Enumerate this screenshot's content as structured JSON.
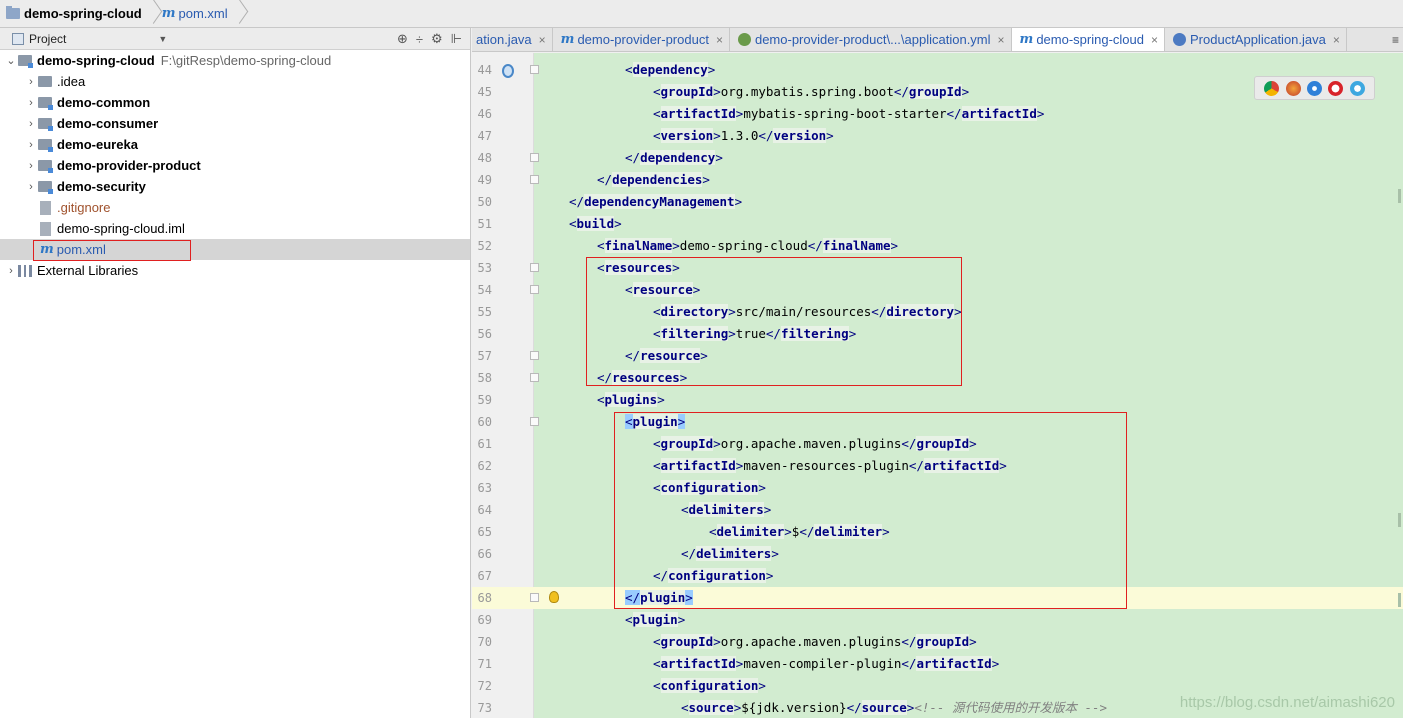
{
  "breadcrumb": {
    "project": "demo-spring-cloud",
    "file": "pom.xml"
  },
  "project_panel": {
    "title": "Project",
    "tools": [
      "⊕",
      "÷",
      "⚙",
      "⊩"
    ],
    "tree": [
      {
        "label": "demo-spring-cloud",
        "path": "F:\\gitResp\\demo-spring-cloud",
        "level": 0,
        "type": "module-root",
        "expanded": true
      },
      {
        "label": ".idea",
        "level": 1,
        "type": "folder"
      },
      {
        "label": "demo-common",
        "level": 1,
        "type": "module"
      },
      {
        "label": "demo-consumer",
        "level": 1,
        "type": "module"
      },
      {
        "label": "demo-eureka",
        "level": 1,
        "type": "module"
      },
      {
        "label": "demo-provider-product",
        "level": 1,
        "type": "module"
      },
      {
        "label": "demo-security",
        "level": 1,
        "type": "module"
      },
      {
        "label": ".gitignore",
        "level": 1,
        "type": "gitfile"
      },
      {
        "label": "demo-spring-cloud.iml",
        "level": 1,
        "type": "file"
      },
      {
        "label": "pom.xml",
        "level": 1,
        "type": "pom",
        "selected": true
      },
      {
        "label": "External Libraries",
        "level": 0,
        "type": "libs"
      }
    ]
  },
  "tabs": [
    {
      "label": "ation.java",
      "icon": "java",
      "active": false
    },
    {
      "label": "demo-provider-product",
      "icon": "maven",
      "active": false
    },
    {
      "label": "demo-provider-product\\...\\application.yml",
      "icon": "yml",
      "active": false
    },
    {
      "label": "demo-spring-cloud",
      "icon": "maven",
      "active": true
    },
    {
      "label": "ProductApplication.java",
      "icon": "java",
      "active": false
    }
  ],
  "tabs_more": "≡",
  "code_lines": [
    {
      "n": "44",
      "indent": 4,
      "html": "<dependency>"
    },
    {
      "n": "45",
      "indent": 5,
      "html": "<groupId>org.mybatis.spring.boot</groupId>"
    },
    {
      "n": "46",
      "indent": 5,
      "html": "<artifactId>mybatis-spring-boot-starter</artifactId>"
    },
    {
      "n": "47",
      "indent": 5,
      "html": "<version>1.3.0</version>"
    },
    {
      "n": "48",
      "indent": 4,
      "html": "</dependency>"
    },
    {
      "n": "49",
      "indent": 3,
      "html": "</dependencies>"
    },
    {
      "n": "50",
      "indent": 2,
      "html": "</dependencyManagement>"
    },
    {
      "n": "51",
      "indent": 2,
      "html": "<build>"
    },
    {
      "n": "52",
      "indent": 3,
      "html": "<finalName>demo-spring-cloud</finalName>"
    },
    {
      "n": "53",
      "indent": 3,
      "html": "<resources>"
    },
    {
      "n": "54",
      "indent": 4,
      "html": "<resource>"
    },
    {
      "n": "55",
      "indent": 5,
      "html": "<directory>src/main/resources</directory>"
    },
    {
      "n": "56",
      "indent": 5,
      "html": "<filtering>true</filtering>"
    },
    {
      "n": "57",
      "indent": 4,
      "html": "</resource>"
    },
    {
      "n": "58",
      "indent": 3,
      "html": "</resources>"
    },
    {
      "n": "59",
      "indent": 3,
      "html": "<plugins>"
    },
    {
      "n": "60",
      "indent": 4,
      "html": "<plugin>",
      "highlight": true
    },
    {
      "n": "61",
      "indent": 5,
      "html": "<groupId>org.apache.maven.plugins</groupId>"
    },
    {
      "n": "62",
      "indent": 5,
      "html": "<artifactId>maven-resources-plugin</artifactId>"
    },
    {
      "n": "63",
      "indent": 5,
      "html": "<configuration>"
    },
    {
      "n": "64",
      "indent": 6,
      "html": "<delimiters>"
    },
    {
      "n": "65",
      "indent": 7,
      "html": "<delimiter>$</delimiter>"
    },
    {
      "n": "66",
      "indent": 6,
      "html": "</delimiters>"
    },
    {
      "n": "67",
      "indent": 5,
      "html": "</configuration>"
    },
    {
      "n": "68",
      "indent": 4,
      "html": "</plugin>",
      "highlight": true,
      "caret": true
    },
    {
      "n": "69",
      "indent": 4,
      "html": "<plugin>"
    },
    {
      "n": "70",
      "indent": 5,
      "html": "<groupId>org.apache.maven.plugins</groupId>"
    },
    {
      "n": "71",
      "indent": 5,
      "html": "<artifactId>maven-compiler-plugin</artifactId>"
    },
    {
      "n": "72",
      "indent": 5,
      "html": "<configuration>"
    },
    {
      "n": "73",
      "indent": 6,
      "html": "<source>${jdk.version}</source>",
      "comment": "<!-- 源代码使用的开发版本 -->"
    }
  ],
  "watermark": "https://blog.csdn.net/aimashi620",
  "colors": {
    "editor_bg": "#d2ecd0",
    "tag": "#000080",
    "highlight": "#99ccff",
    "annotation_box": "#e02020",
    "link": "#2a5bb0"
  }
}
